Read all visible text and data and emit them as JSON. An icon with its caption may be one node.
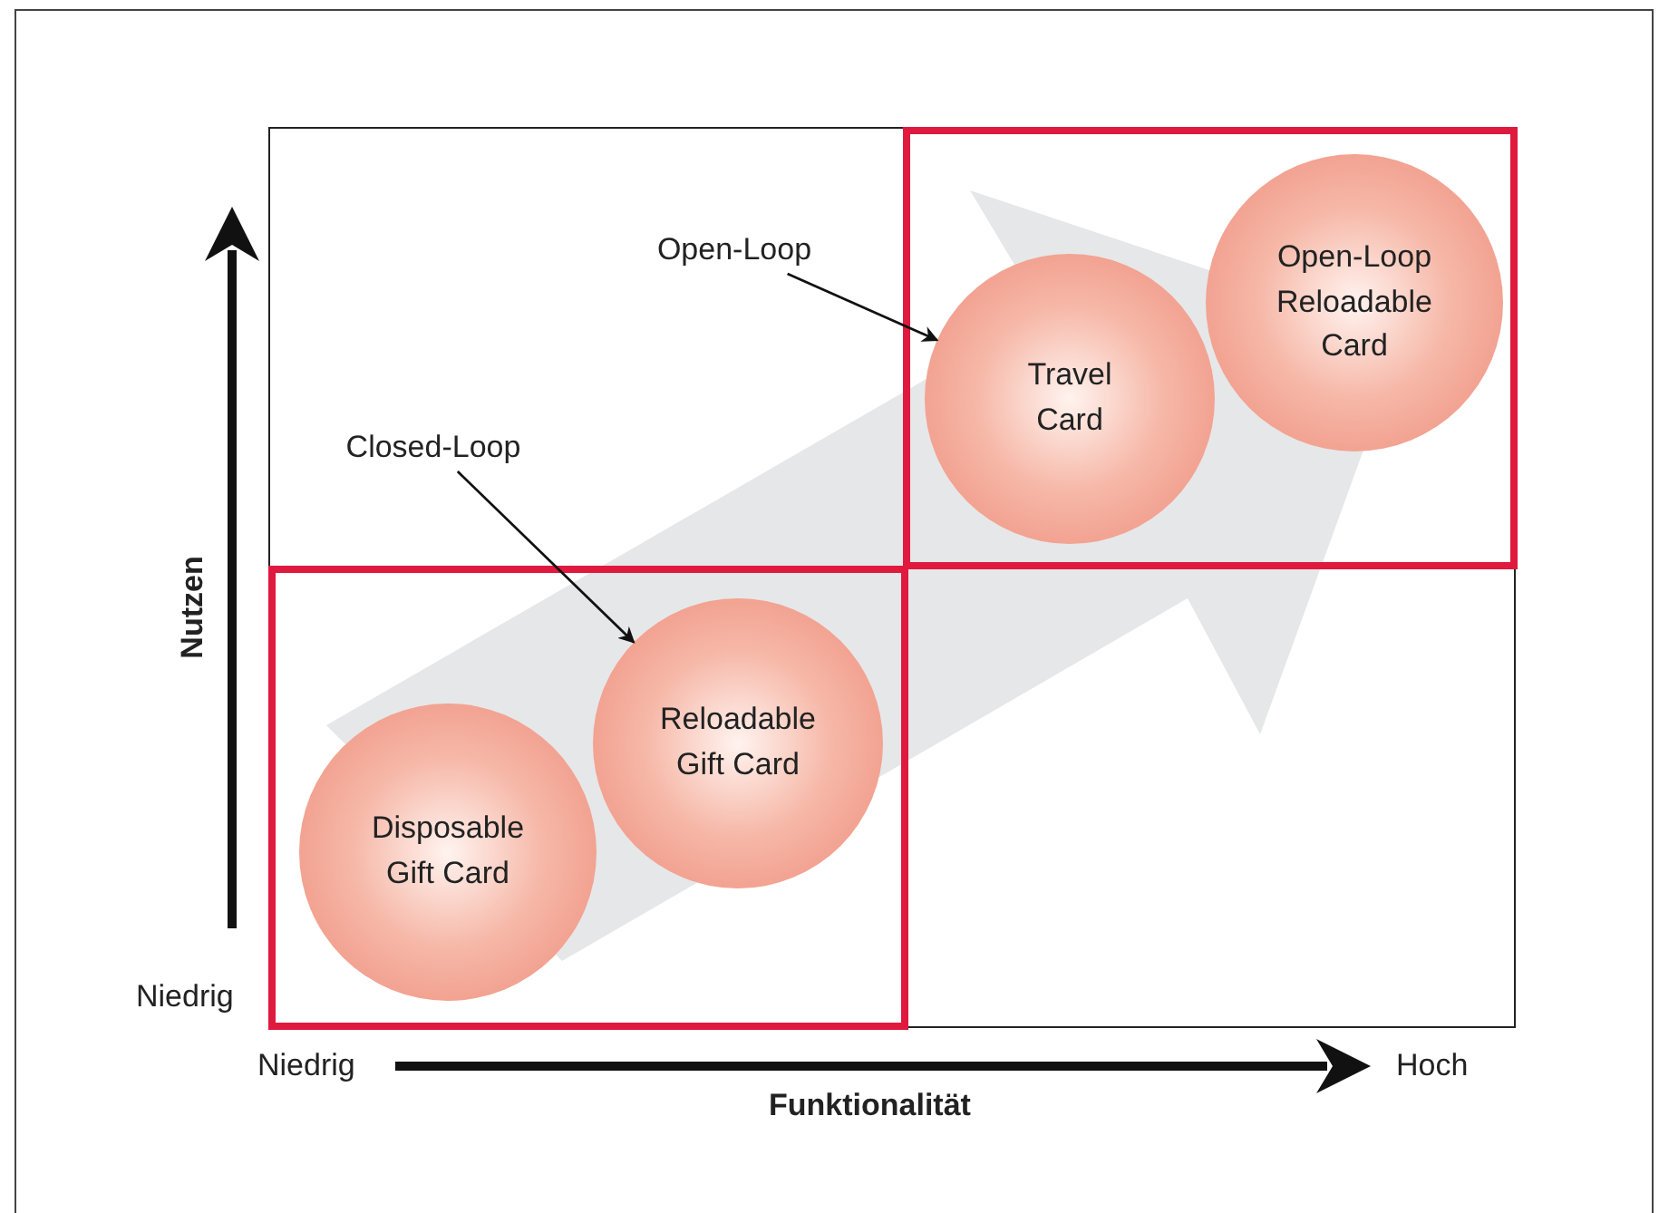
{
  "diagram": {
    "nodes": [
      {
        "text": [],
        "shape": "box"
      },
      {
        "text": [
          "Disposable Gift Card"
        ],
        "in": 0
      },
      {
        "text": [
          "Reloadable Gift Card"
        ],
        "in": 0
      },
      {
        "text": [],
        "shape": "box"
      },
      {
        "text": [
          "Travel Card"
        ],
        "in": 3
      },
      {
        "text": [
          "Open-Loop Reloadable Card"
        ],
        "in": 3
      },
      {
        "text": [
          "Closed-Loop"
        ]
      },
      {
        "text": [
          "Open-Loop"
        ]
      }
    ],
    "edges": [
      {
        "from": 6,
        "to": 2,
        "arrow": "to"
      },
      {
        "from": 7,
        "to": 4,
        "arrow": "to"
      }
    ],
    "labels": [
      "Nutzen",
      "Niedrig",
      "Niedrig",
      "Hoch",
      "Funktionalität"
    ]
  }
}
